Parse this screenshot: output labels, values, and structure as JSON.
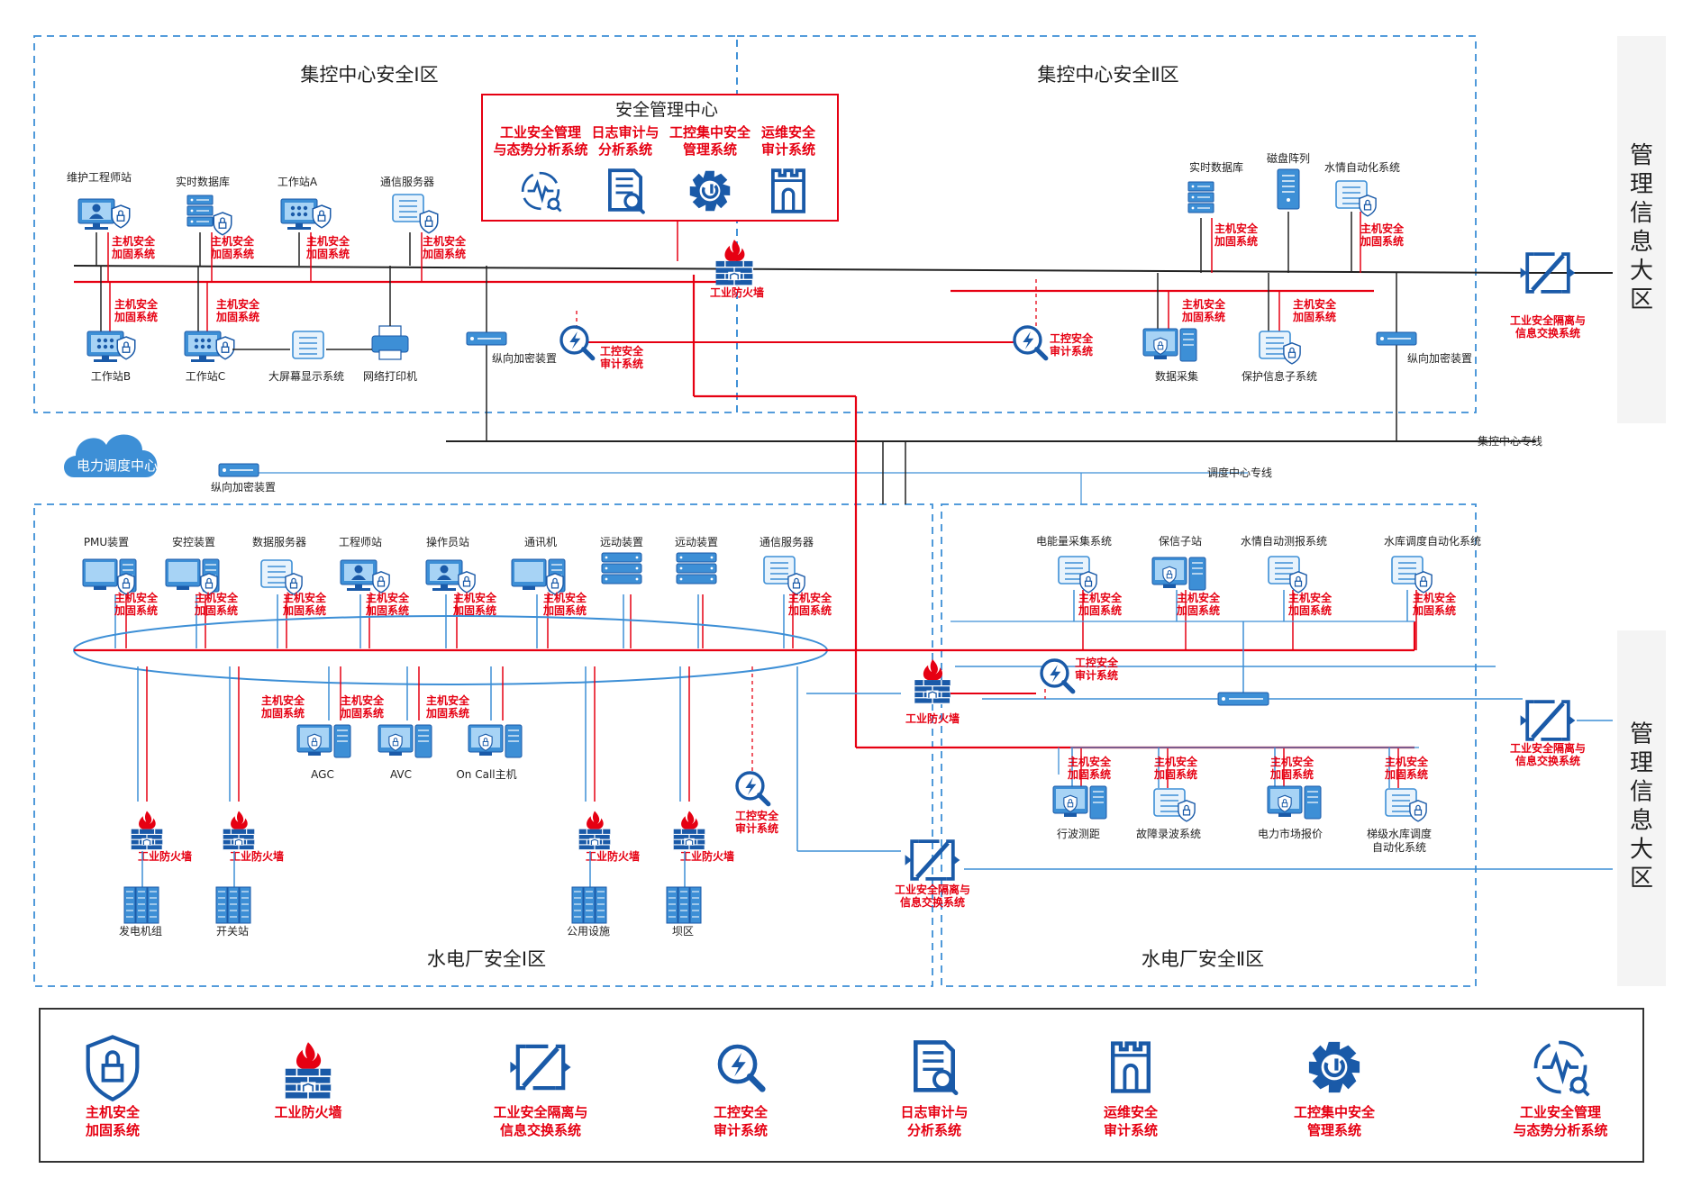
{
  "zones": {
    "z1": "集控中心安全Ⅰ区",
    "z2": "集控中心安全Ⅱ区",
    "z3": "水电厂安全Ⅰ区",
    "z4": "水电厂安全Ⅱ区"
  },
  "mgmt_zone": "管理信息大区",
  "security_center": {
    "title": "安全管理中心",
    "items": [
      [
        "工业安全管理",
        "与态势分析系统"
      ],
      [
        "日志审计与",
        "分析系统"
      ],
      [
        "工控集中安全",
        "管理系统"
      ],
      [
        "运维安全",
        "审计系统"
      ]
    ]
  },
  "labels": {
    "host": [
      "主机安全",
      "加固系统"
    ],
    "firewall": "工业防火墙",
    "audit": [
      "工控安全",
      "审计系统"
    ],
    "isolation": [
      "工业安全隔离与",
      "信息交换系统"
    ],
    "encrypt": "纵向加密装置",
    "cloud": "电力调度中心",
    "line_jk": "集控中心专线",
    "line_dd": "调度中心专线"
  },
  "z1_top": [
    "维护工程师站",
    "实时数据库",
    "工作站A",
    "通信服务器"
  ],
  "z1_bottom": [
    "工作站B",
    "工作站C",
    "大屏幕显示系统",
    "网络打印机"
  ],
  "z2_top": [
    "实时数据库",
    "磁盘阵列",
    "水情自动化系统"
  ],
  "z2_bottom": [
    "数据采集",
    "保护信息子系统"
  ],
  "z3_top": [
    "PMU装置",
    "安控装置",
    "数据服务器",
    "工程师站",
    "操作员站",
    "通讯机",
    "远动装置",
    "远动装置",
    "通信服务器"
  ],
  "z3_mid": [
    "AGC",
    "AVC",
    "On Call主机"
  ],
  "z3_bottom": [
    "发电机组",
    "开关站",
    "公用设施",
    "坝区"
  ],
  "z4_top": [
    "电能量采集系统",
    "保信子站",
    "水情自动测报系统",
    "水库调度自动化系统"
  ],
  "z4_bottom": [
    [
      "行波测距"
    ],
    [
      "故障录波系统"
    ],
    [
      "电力市场报价"
    ],
    [
      "梯级水库调度",
      "自动化系统"
    ]
  ],
  "legend": [
    {
      "icon": "lock-shield-icon",
      "lines": [
        "主机安全",
        "加固系统"
      ]
    },
    {
      "icon": "firewall-icon",
      "lines": [
        "工业防火墙"
      ]
    },
    {
      "icon": "isolation-icon",
      "lines": [
        "工业安全隔离与",
        "信息交换系统"
      ]
    },
    {
      "icon": "audit-magnifier-icon",
      "lines": [
        "工控安全",
        "审计系统"
      ]
    },
    {
      "icon": "log-report-icon",
      "lines": [
        "日志审计与",
        "分析系统"
      ]
    },
    {
      "icon": "castle-icon",
      "lines": [
        "运维安全",
        "审计系统"
      ]
    },
    {
      "icon": "gear-icon",
      "lines": [
        "工控集中安全",
        "管理系统"
      ]
    },
    {
      "icon": "pulse-icon",
      "lines": [
        "工业安全管理",
        "与态势分析系统"
      ]
    }
  ],
  "colors": {
    "red": "#e60012",
    "blue": "#1a5aa8",
    "light_blue": "#3d8fd6",
    "dark": "#222222"
  }
}
